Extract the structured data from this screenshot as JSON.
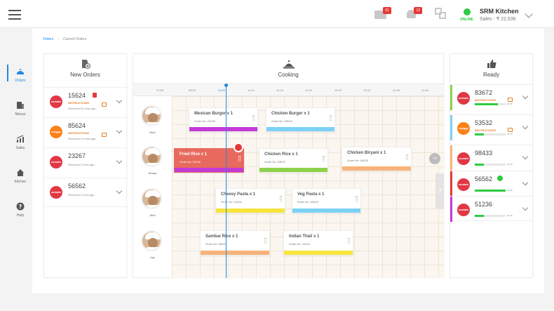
{
  "header": {
    "store_name": "SRM Kitchen",
    "sales": "Sales - ₹ 22,536",
    "status": "ONLINE",
    "mail_badge": "01",
    "bell_badge": "12"
  },
  "nav": [
    {
      "label": "Orders",
      "icon": "orders-icon"
    },
    {
      "label": "Menus",
      "icon": "menus-icon"
    },
    {
      "label": "Sales",
      "icon": "sales-icon"
    },
    {
      "label": "Kitchen",
      "icon": "kitchen-icon"
    },
    {
      "label": "Help",
      "icon": "help-icon"
    }
  ],
  "breadcrumb": {
    "root": "Orders",
    "current": "Current Orders"
  },
  "new_orders": {
    "title": "New Orders",
    "items": [
      {
        "id": "15624",
        "source": "zomato",
        "instructions": "INSTRUCTIONS",
        "received": "Received 01 mins ago"
      },
      {
        "id": "85624",
        "source": "swiggy",
        "instructions": "INSTRUCTIONS",
        "received": "Received 01 mins ago"
      },
      {
        "id": "23267",
        "source": "zomato",
        "instructions": "",
        "received": "Received 2 mins ago"
      },
      {
        "id": "56562",
        "source": "zomato",
        "instructions": "",
        "received": "Received 2 mins ago"
      }
    ]
  },
  "cooking": {
    "title": "Cooking",
    "ticks": [
      "07:55",
      "08:00",
      "10:00",
      "10:10",
      "10:15",
      "10:20",
      "10:25",
      "10:30",
      "10:35",
      "10:40"
    ],
    "chefs": [
      "Ravi",
      "Deepa",
      "Abhi",
      "Jay"
    ],
    "more_count": "+3",
    "tickets": [
      {
        "item": "Mexican Burger x 1",
        "order": "Order No: 51236",
        "color": "#c43ad6"
      },
      {
        "item": "Chicken Burger x 1",
        "order": "Order No: 53532",
        "color": "#7cd1f5"
      },
      {
        "item": "Fried Rice x 1",
        "order": "Order No: 51236",
        "color": "#c43ad6"
      },
      {
        "item": "Chicken Rice x 1",
        "order": "Order No: 83672",
        "color": "#8ed14b"
      },
      {
        "item": "Chicken Biryani x 1",
        "order": "Order No: 98433",
        "color": "#f7b37a"
      },
      {
        "item": "Cheesy Pasta x 1",
        "order": "Order No: 24234",
        "color": "#f7e43a"
      },
      {
        "item": "Veg Pasta x 1",
        "order": "Order No: 53532",
        "color": "#7cd1f5"
      },
      {
        "item": "Sambar Rice x 1",
        "order": "Order No: 98433",
        "color": "#f7b37a"
      },
      {
        "item": "Indian Thali x 1",
        "order": "Order No: 24234",
        "color": "#f7e43a"
      }
    ]
  },
  "ready": {
    "title": "Ready",
    "items": [
      {
        "id": "83672",
        "source": "zomato",
        "instructions": "INSTRUCTIONS",
        "progress": 0.75,
        "time": "01:30",
        "edge": "#8ed14b"
      },
      {
        "id": "53532",
        "source": "swiggy",
        "instructions": "INSTRUCTIONS",
        "progress": 0.3,
        "time": "01:30",
        "edge": "#7cd1f5"
      },
      {
        "id": "98433",
        "source": "zomato",
        "instructions": "",
        "progress": 0.3,
        "time": "01:30",
        "edge": "#f7b37a"
      },
      {
        "id": "56562",
        "source": "zomato",
        "instructions": "",
        "progress": 1.0,
        "time": "01:30",
        "edge": "#e53935"
      },
      {
        "id": "51236",
        "source": "zomato",
        "instructions": "",
        "progress": 0.3,
        "time": "01:30",
        "edge": "#c43ad6"
      }
    ]
  },
  "colors": {
    "accent": "#1e88e5",
    "online": "#2ecc40",
    "zomato": "#e23744",
    "swiggy": "#fc8019"
  }
}
